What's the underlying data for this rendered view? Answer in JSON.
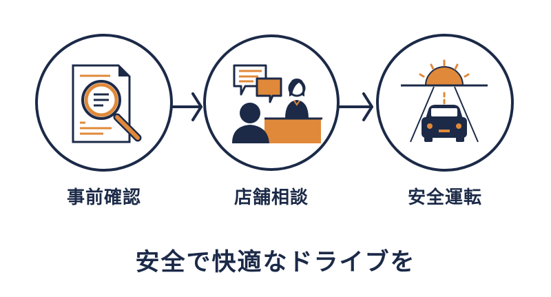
{
  "colors": {
    "navy": "#1c2a48",
    "orange": "#e0893a"
  },
  "steps": [
    {
      "label": "事前確認",
      "icon": "document-magnifier-icon"
    },
    {
      "label": "店舗相談",
      "icon": "consultation-counter-icon"
    },
    {
      "label": "安全運転",
      "icon": "car-sunrise-road-icon"
    }
  ],
  "tagline": "安全で快適なドライブを"
}
